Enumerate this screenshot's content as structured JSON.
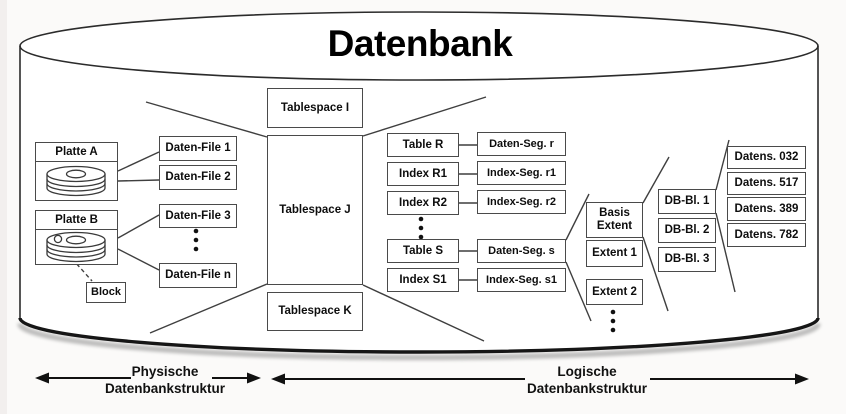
{
  "title": "Datenbank",
  "disks": {
    "a": "Platte A",
    "b": "Platte B",
    "block": "Block"
  },
  "files": [
    "Daten-File 1",
    "Daten-File 2",
    "Daten-File 3",
    "Daten-File n"
  ],
  "tablespaces": [
    "Tablespace I",
    "Tablespace J",
    "Tablespace K"
  ],
  "tables": [
    "Table R",
    "Index R1",
    "Index R2",
    "Table S",
    "Index S1"
  ],
  "segments": [
    "Daten-Seg. r",
    "Index-Seg. r1",
    "Index-Seg. r2",
    "Daten-Seg. s",
    "Index-Seg. s1"
  ],
  "extents": [
    "Basis Extent",
    "Extent 1",
    "Extent 2"
  ],
  "db_blocks": [
    "DB-Bl. 1",
    "DB-Bl. 2",
    "DB-Bl. 3"
  ],
  "records": [
    "Datens. 032",
    "Datens. 517",
    "Datens. 389",
    "Datens. 782"
  ],
  "legend": {
    "physical": [
      "Physische",
      "Datenbankstruktur"
    ],
    "logical": [
      "Logische",
      "Datenbankstruktur"
    ]
  },
  "colors": {
    "line": "#3f3f3f",
    "box_border": "#4a4a4a",
    "text": "#0d0d0d",
    "background": "#fbfaf9",
    "cylinder_fill": "#ffffff",
    "shadow": "#8a8a8a"
  }
}
